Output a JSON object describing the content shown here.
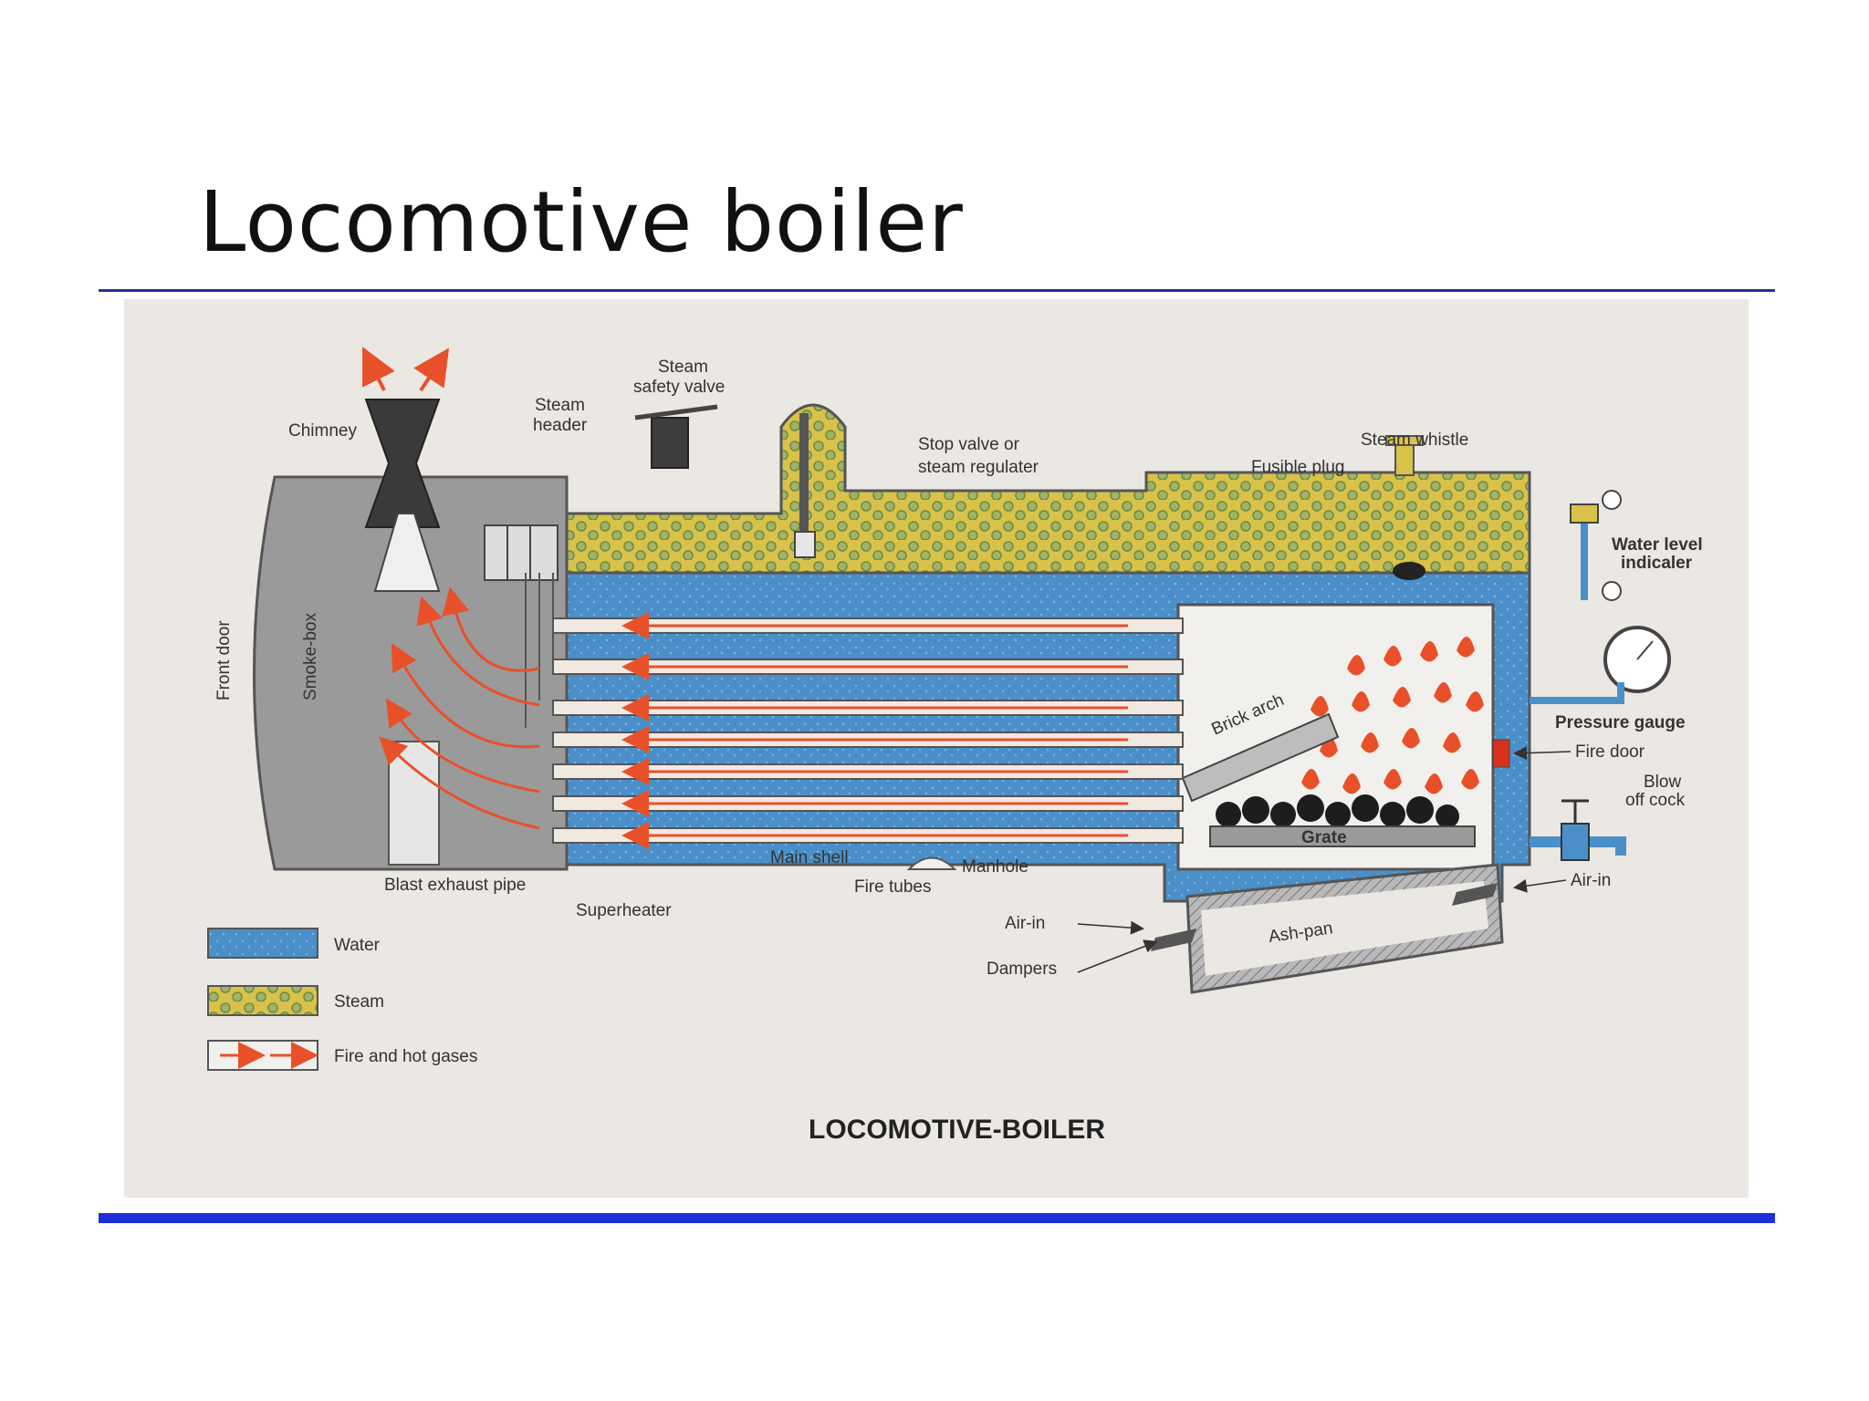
{
  "slide": {
    "title": "Locomotive boiler"
  },
  "diagram": {
    "caption": "LOCOMOTIVE-BOILER",
    "labels": {
      "chimney": "Chimney",
      "steam_header": [
        "Steam",
        "header"
      ],
      "steam_safety_valve": [
        "Steam",
        "safety valve"
      ],
      "stop_valve": [
        "Stop valve or",
        "steam regulater"
      ],
      "steam_whistle": "Steam whistle",
      "fusible_plug": "Fusible plug",
      "water_level_indicator": [
        "Water level",
        "indicaler"
      ],
      "front_door": "Front door",
      "smoke_box": "Smoke-box",
      "brick_arch": "Brick arch",
      "pressure_gauge": "Pressure gauge",
      "fire_door": "Fire door",
      "blow_off_cock": [
        "Blow",
        "off cock"
      ],
      "grate": "Grate",
      "main_shell": "Main shell",
      "manhole": "Manhole",
      "blast_exhaust_pipe": "Blast exhaust pipe",
      "fire_tubes": "Fire tubes",
      "superheater": "Superheater",
      "air_in_left": "Air-in",
      "air_in_right": "Air-in",
      "ash_pan": "Ash-pan",
      "dampers": "Dampers"
    },
    "legend": [
      {
        "label": "Water",
        "swatch": "water"
      },
      {
        "label": "Steam",
        "swatch": "steam"
      },
      {
        "label": "Fire and hot gases",
        "swatch": "fire"
      }
    ],
    "colors": {
      "water": "#4a8fc8",
      "steam": "#d8c24a",
      "fire": "#e8502a",
      "smokebox": "#9a9a9a",
      "background": "#ebe7e2"
    }
  }
}
